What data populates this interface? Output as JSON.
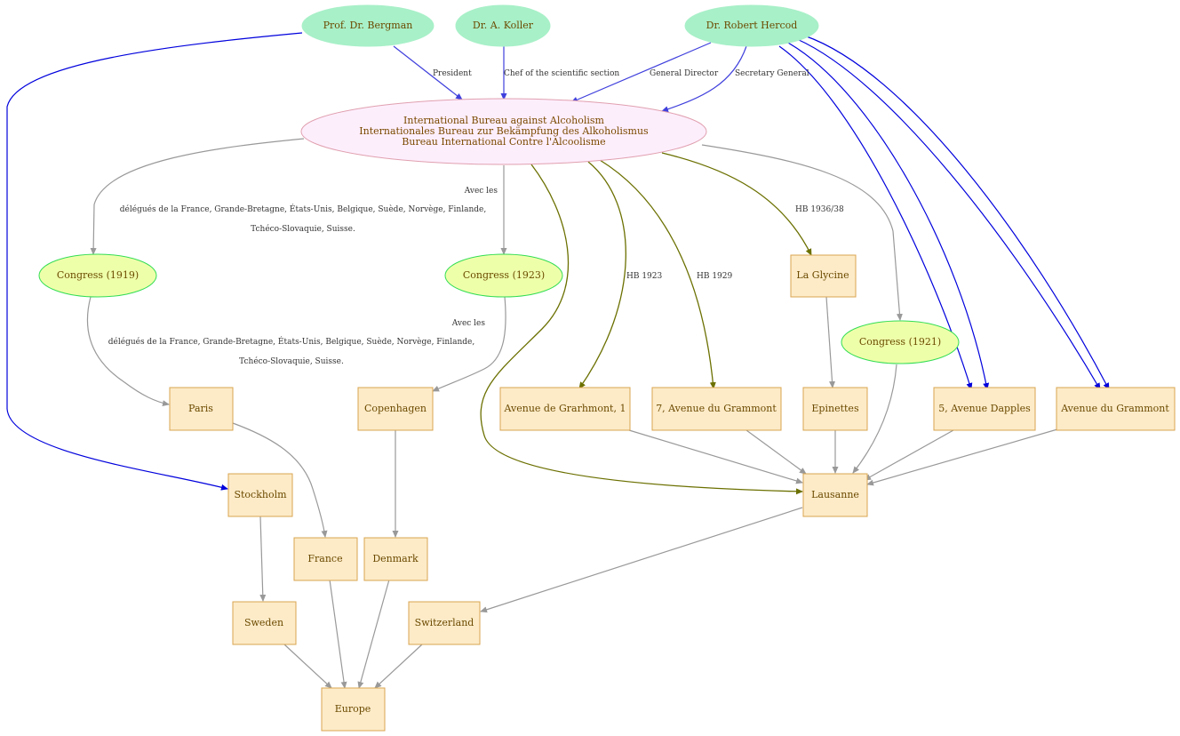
{
  "colors": {
    "person_fill": "#a8f0c8",
    "central_fill": "#fdeefc",
    "central_stroke": "#e0a0b0",
    "congress_fill": "#eeffaa",
    "congress_stroke": "#33dd55",
    "place_fill": "#fdebc8",
    "place_stroke": "#d9a550",
    "edge_gray": "#999999",
    "edge_blue": "#0000dd",
    "edge_blue_light": "#4040dd",
    "edge_olive": "#6b7000"
  },
  "nodes": {
    "bergman": "Prof. Dr. Bergman",
    "koller": "Dr. A. Koller",
    "hercod": "Dr. Robert Hercod",
    "central": [
      "International Bureau against Alcoholism",
      "Internationales Bureau zur Bekämpfung des Alkoholismus",
      "Bureau International Contre l'Alcoolisme"
    ],
    "congress1919": "Congress (1919)",
    "congress1923": "Congress (1923)",
    "congress1921": "Congress (1921)",
    "la_glycine": "La Glycine",
    "paris": "Paris",
    "copenhagen": "Copenhagen",
    "avenue_grarhmont": "Avenue de Grarhmont, 1",
    "avenue_grammont7": "7, Avenue du Grammont",
    "epinettes": "Epinettes",
    "avenue_dapples": "5, Avenue Dapples",
    "avenue_grammont": "Avenue du Grammont",
    "stockholm": "Stockholm",
    "lausanne": "Lausanne",
    "france": "France",
    "denmark": "Denmark",
    "sweden": "Sweden",
    "switzerland": "Switzerland",
    "europe": "Europe"
  },
  "edge_labels": {
    "president": "President",
    "chef": "Chef of the scientific section",
    "general_director": "General Director",
    "secretary_general": "Secretary General",
    "delegates_1923": [
      "Avec les",
      "délégués de la France, Grande-Bretagne, États-Unis, Belgique, Suède, Norvège, Finlande,",
      "Tchéco-Slovaquie, Suisse."
    ],
    "delegates_copenhagen": [
      "Avec les",
      "délégués de la France, Grande-Bretagne, États-Unis, Belgique, Suède, Norvège, Finlande,",
      "Tchéco-Slovaquie, Suisse."
    ],
    "hb1923": "HB 1923",
    "hb1929": "HB 1929",
    "hb1936": "HB 1936/38"
  }
}
